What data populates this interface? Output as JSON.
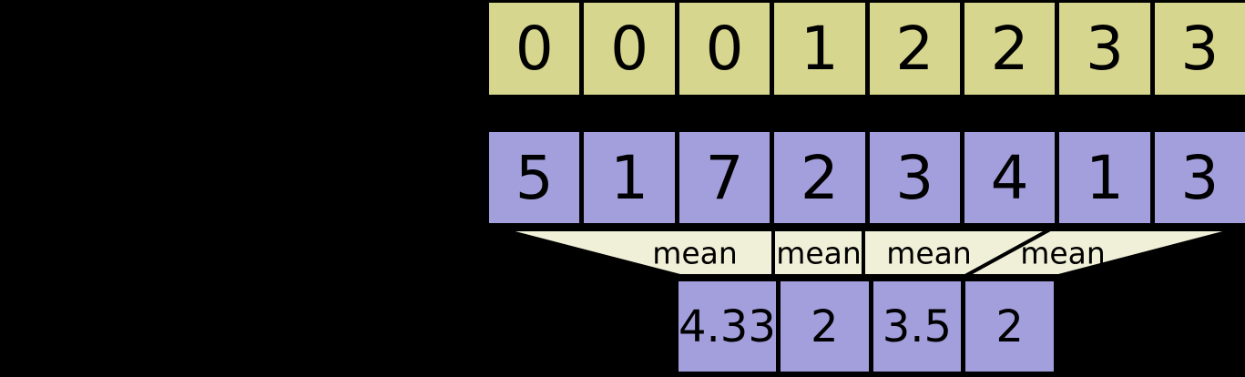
{
  "diagram": {
    "description": "segment mean operation diagram",
    "segment_ids_row": {
      "values": [
        "0",
        "0",
        "0",
        "1",
        "2",
        "2",
        "3",
        "3"
      ]
    },
    "data_row": {
      "values": [
        "5",
        "1",
        "7",
        "2",
        "3",
        "4",
        "1",
        "3"
      ]
    },
    "operations": {
      "labels": [
        "mean",
        "mean",
        "mean",
        "mean"
      ]
    },
    "result_row": {
      "values": [
        "4.33",
        "2",
        "3.5",
        "2"
      ]
    },
    "colors": {
      "background": "#000000",
      "segment_ids_fill": "#d6d68e",
      "data_fill": "#a39fdd",
      "result_fill": "#a39fdd",
      "operation_fill": "#f0f0d8",
      "border": "#000000",
      "text": "#000000"
    }
  }
}
